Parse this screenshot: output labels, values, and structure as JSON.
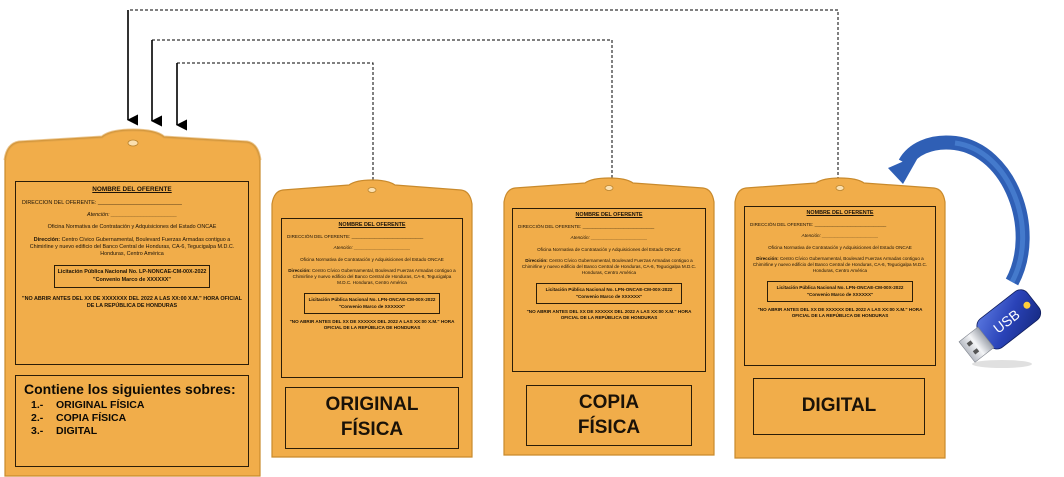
{
  "form": {
    "title": "NOMBRE DEL OFERENTE",
    "direccion_label": "DIRECCIÓN DEL OFERENTE: ____________________________",
    "atencion_label": "Atención: ______________________",
    "oficina": "Oficina Normativa de Contratación y Adquisiciones del Estado ONCAE",
    "direccion_head": "Dirección:",
    "direccion_text": "Centro Cívico Gubernamental, Boulevard Fuerzas Armadas contiguo a Chimirline y nuevo edificio del Banco Central de Honduras, CA-6, Tegucigalpa M.D.C. Honduras, Centro América"
  },
  "envelopes": [
    {
      "licitacion": "Licitación Pública Nacional No. LP-NONCAE-CM-00X-2022",
      "convenio": "\"Convenio Marco de XXXXXX\"",
      "note": "\"NO ABRIR ANTES DEL XX DE XXXXXXX DEL 2022 A LAS XX:00 X.M.\" HORA OFICIAL DE LA REPÚBLICA DE HONDURAS",
      "contains_heading": "Contiene los siguientes sobres:",
      "contains_items": [
        "ORIGINAL FÍSICA",
        "COPIA FÍSICA",
        "DIGITAL"
      ]
    },
    {
      "licitacion": "Licitación Pública Nacional No. LPN-ONCAE-CM-00X-2022",
      "convenio": "\"Convenio Marco de XXXXXX\"",
      "note": "\"NO ABRIR ANTES DEL XX DE XXXXXX DEL 2022 A LAS XX:00 X.M.\" HORA OFICIAL DE LA REPÚBLICA DE HONDURAS",
      "bottom_line1": "ORIGINAL",
      "bottom_line2": "FÍSICA"
    },
    {
      "licitacion": "Licitación Pública Nacional No. LPN-ONCAE-CM-00X-2022",
      "convenio": "\"Convenio Marco de XXXXXX\"",
      "note": "\"NO ABRIR ANTES DEL XX DE XXXXXX DEL 2022 A LAS XX:00 X.M.\" HORA OFICIAL DE LA REPÚBLICA DE HONDURAS",
      "bottom_line1": "COPIA",
      "bottom_line2": "FÍSICA"
    },
    {
      "licitacion": "Licitación Pública Nacional No. LPN-ONCAE-CM-00X-2022",
      "convenio": "\"Convenio Marco de XXXXXX\"",
      "note": "\"NO ABRIR ANTES DEL XX DE XXXXXX DEL 2022 A LAS XX:00 X.M.\" HORA OFICIAL DE LA REPÚBLICA DE HONDURAS",
      "bottom_line1": "DIGITAL"
    }
  ],
  "usb": {
    "label": "USB"
  },
  "colors": {
    "envelope": "#f1ad4a",
    "envelope_edge": "#c98a2c",
    "usb_body": "#2a43b8",
    "arrow": "#2f5fb5"
  }
}
